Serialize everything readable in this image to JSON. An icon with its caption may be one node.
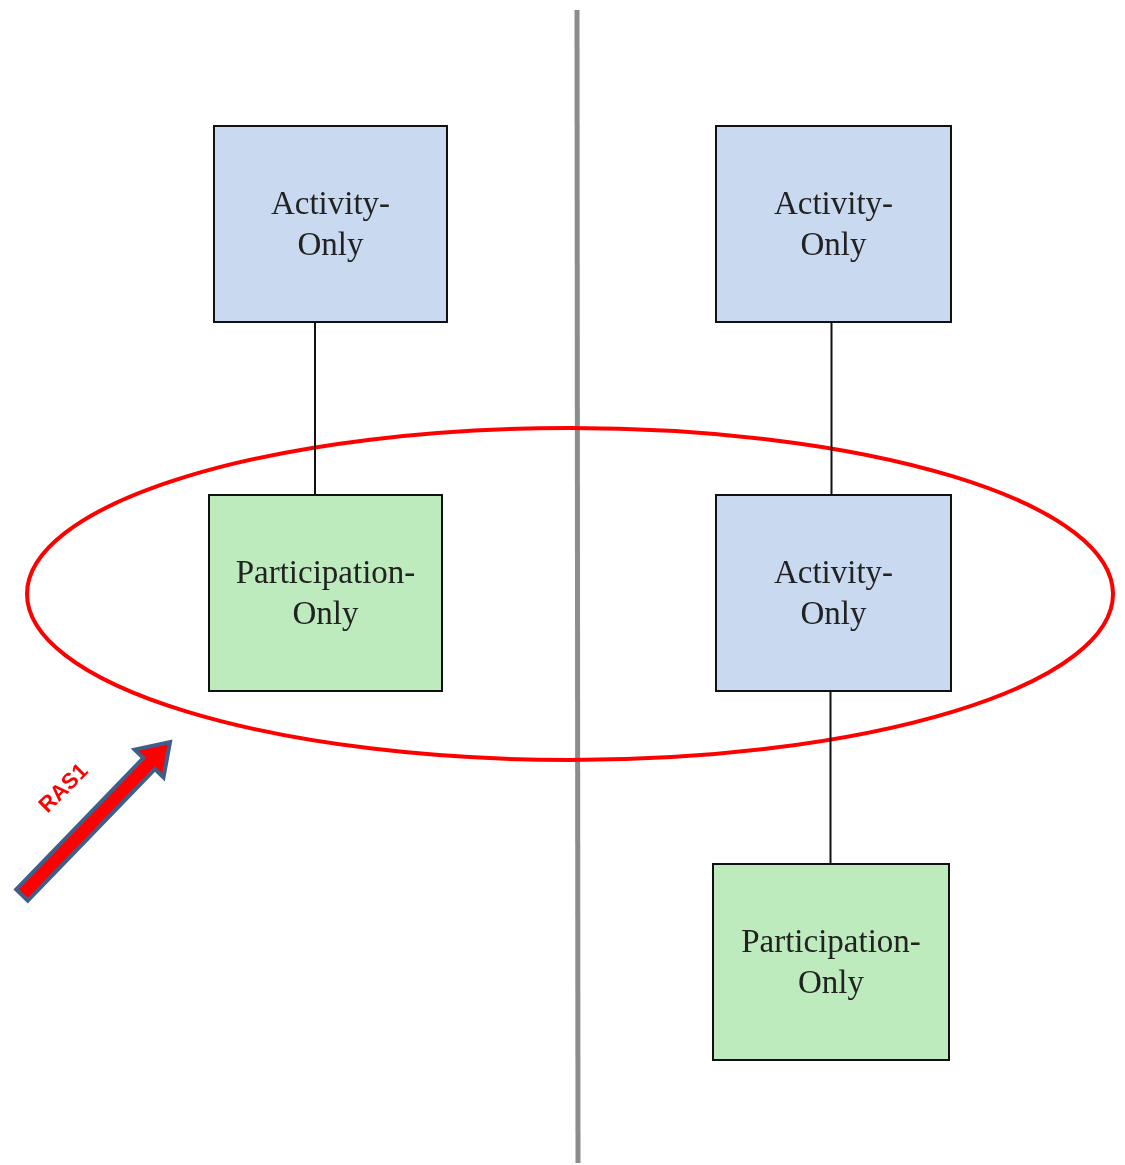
{
  "diagram": {
    "nodes": [
      {
        "text": [
          "Activity- Only"
        ]
      },
      {
        "text": [
          "Participation- Only"
        ]
      },
      {
        "text": [
          "Activity- Only"
        ]
      },
      {
        "text": [
          "Activity- Only"
        ]
      },
      {
        "text": [
          "Participation- Only"
        ]
      }
    ],
    "edges": [
      {
        "from": 0,
        "to": 1,
        "arrow": "none"
      },
      {
        "from": 2,
        "to": 3,
        "arrow": "none"
      },
      {
        "from": 3,
        "to": 4,
        "arrow": "none"
      }
    ],
    "labels": [
      "RAS1"
    ]
  }
}
